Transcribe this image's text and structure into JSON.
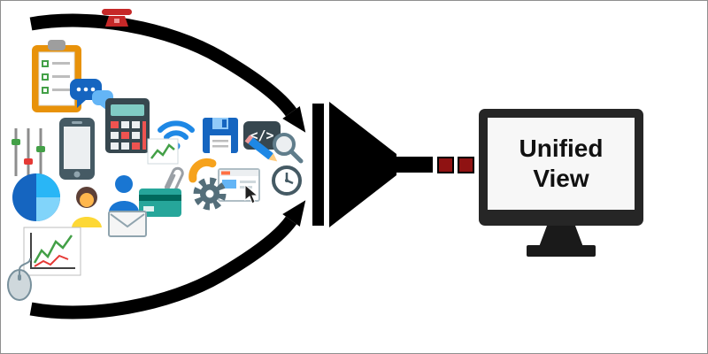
{
  "diagram": {
    "description": "Many source icons funneled into a single unified view on a monitor",
    "background": "#ffffff",
    "border_color": "#8f8f8f",
    "arrow_color": "#000000",
    "funnel_color": "#000000",
    "connector_color": "#8f1212",
    "monitor": {
      "frame_color": "#262626",
      "screen_color": "#f7f7f7",
      "label_line1": "Unified",
      "label_line2": "View"
    },
    "icons": [
      {
        "name": "clipboard-icon"
      },
      {
        "name": "red-telephone-icon"
      },
      {
        "name": "chat-bubbles-icon"
      },
      {
        "name": "calculator-icon"
      },
      {
        "name": "wifi-icon"
      },
      {
        "name": "floppy-disk-icon"
      },
      {
        "name": "code-icon",
        "glyph": "</>"
      },
      {
        "name": "magnifier-icon"
      },
      {
        "name": "smartphone-icon"
      },
      {
        "name": "sliders-icon"
      },
      {
        "name": "mini-chart-icon"
      },
      {
        "name": "paperclip-icon"
      },
      {
        "name": "phone-handset-icon"
      },
      {
        "name": "pencil-icon"
      },
      {
        "name": "clock-icon"
      },
      {
        "name": "browser-window-icon"
      },
      {
        "name": "gear-icon"
      },
      {
        "name": "pie-chart-icon"
      },
      {
        "name": "person-blue-icon"
      },
      {
        "name": "person-woman-icon"
      },
      {
        "name": "credit-card-icon"
      },
      {
        "name": "envelope-icon"
      },
      {
        "name": "line-chart-icon"
      },
      {
        "name": "computer-mouse-icon"
      }
    ]
  }
}
